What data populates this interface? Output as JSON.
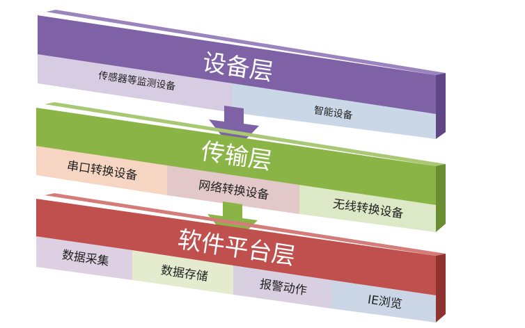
{
  "layers": [
    {
      "title": "设备层",
      "color": "#7f62a6",
      "cells": [
        {
          "label": "传感器等监测设备",
          "color": "#d7cde3"
        },
        {
          "label": "智能设备",
          "color": "#cad7e6"
        }
      ]
    },
    {
      "title": "传输层",
      "color": "#8ab445",
      "cells": [
        {
          "label": "串口转换设备",
          "color": "#f6d6c3"
        },
        {
          "label": "网络转换设备",
          "color": "#e3c8c9"
        },
        {
          "label": "无线转换设备",
          "color": "#dce8c6"
        }
      ]
    },
    {
      "title": "软件平台层",
      "color": "#c0504d",
      "cells": [
        {
          "label": "数据采集",
          "color": "#dcd0e2"
        },
        {
          "label": "数据存储",
          "color": "#e4ebcf"
        },
        {
          "label": "报警动作",
          "color": "#d8cfe1"
        },
        {
          "label": "IE浏览",
          "color": "#cad6e5"
        }
      ]
    }
  ],
  "arrow_colors": [
    "#7f62a6",
    "#8ab445"
  ]
}
